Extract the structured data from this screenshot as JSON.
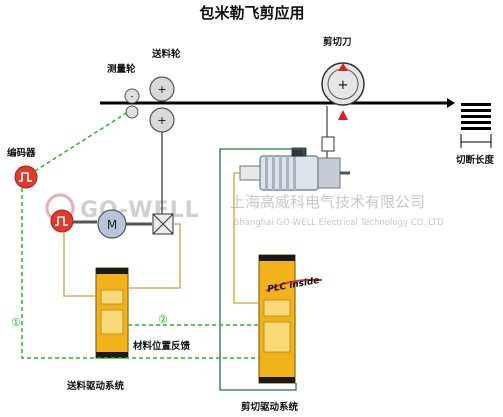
{
  "title": "包米勒飞剪应用",
  "labels": {
    "feed_roller": "送料轮",
    "measure_wheel": "测量轮",
    "cutter": "剪切刀",
    "encoder": "编码器",
    "cut_length": "切断长度",
    "material_feedback": "材料位置反馈",
    "feed_drive_system": "送料驱动系统",
    "cut_drive_system": "剪切驱动系统"
  },
  "watermark": {
    "logo": "GO-WELL",
    "company_cn": "上海高威科电气技术有限公司",
    "company_en": "Shanghai GO-WELL Electrical Technology CO.,LTD"
  },
  "symbols": {
    "minus": "-",
    "plus": "+",
    "motor": "M",
    "circle_one": "①",
    "circle_two": "②"
  },
  "plc_logo": "PLC inside",
  "colors": {
    "encoder_red": "#e23a2a",
    "drive_orange": "#f2b21c",
    "link_green": "#22bb22",
    "wire_orange": "#e09a3a",
    "wire_darkgreen": "#1f7a3a",
    "roller_gray": "#d9d9d9"
  }
}
